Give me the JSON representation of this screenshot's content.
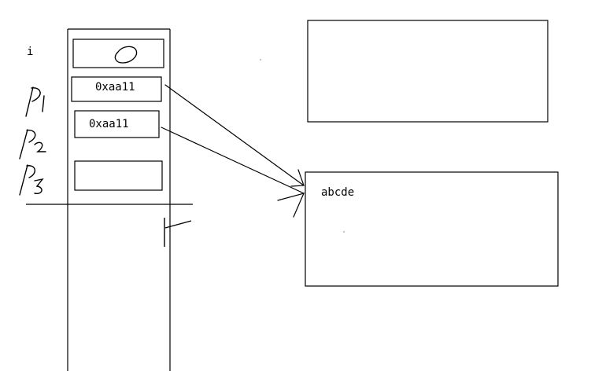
{
  "labels": {
    "i": "i",
    "p1_value": "0xaa11",
    "p2_value": "0xaa11",
    "heap_string": "abcde"
  },
  "colors": {
    "ink": "#000000",
    "background": "#ffffff",
    "speck": "#999999"
  }
}
